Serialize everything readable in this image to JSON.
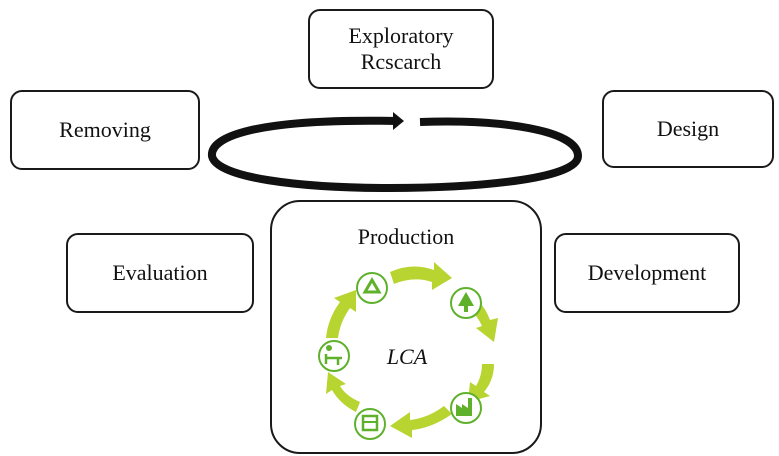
{
  "stages": {
    "exploratory_line1": "Exploratory",
    "exploratory_line2": "Rcscarch",
    "removing": "Removing",
    "design": "Design",
    "evaluation": "Evaluation",
    "development": "Development",
    "production": "Production"
  },
  "lca": {
    "label": "LCA",
    "icons": [
      "recycle-icon",
      "tree-icon",
      "factory-icon",
      "shop-icon",
      "person-desk-icon"
    ]
  },
  "colors": {
    "lca_arrow": "#b8d430",
    "lca_icon": "#5fb12c",
    "border": "#1a1a1a"
  }
}
